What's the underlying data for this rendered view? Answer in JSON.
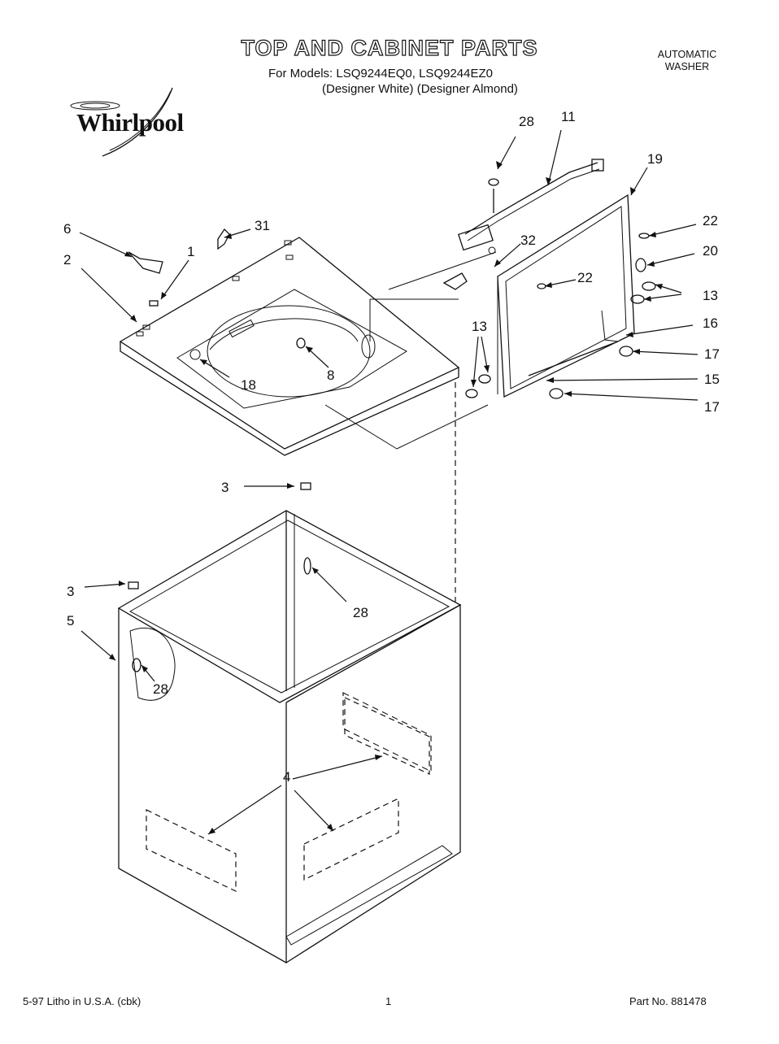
{
  "header": {
    "title": "TOP AND CABINET PARTS",
    "models_line": "For Models: LSQ9244EQ0, LSQ9244EZ0",
    "variants_line": "(Designer White)  (Designer Almond)",
    "product_type_line1": "AUTOMATIC",
    "product_type_line2": "WASHER",
    "brand": "Whirlpool"
  },
  "callouts": {
    "c28_top": "28",
    "c11": "11",
    "c19": "19",
    "c22_right": "22",
    "c20": "20",
    "c13_right": "13",
    "c16": "16",
    "c17_upper": "17",
    "c15": "15",
    "c17_lower": "17",
    "c6": "6",
    "c2": "2",
    "c1": "1",
    "c31": "31",
    "c32": "32",
    "c22_inner": "22",
    "c13_left": "13",
    "c8": "8",
    "c18": "18",
    "c3_upper": "3",
    "c28_mid": "28",
    "c3_lower": "3",
    "c5": "5",
    "c28_left": "28",
    "c4": "4"
  },
  "footer": {
    "print_info": "5-97 Litho in U.S.A. (cbk)",
    "page_number": "1",
    "part_number": "Part No. 881478"
  }
}
